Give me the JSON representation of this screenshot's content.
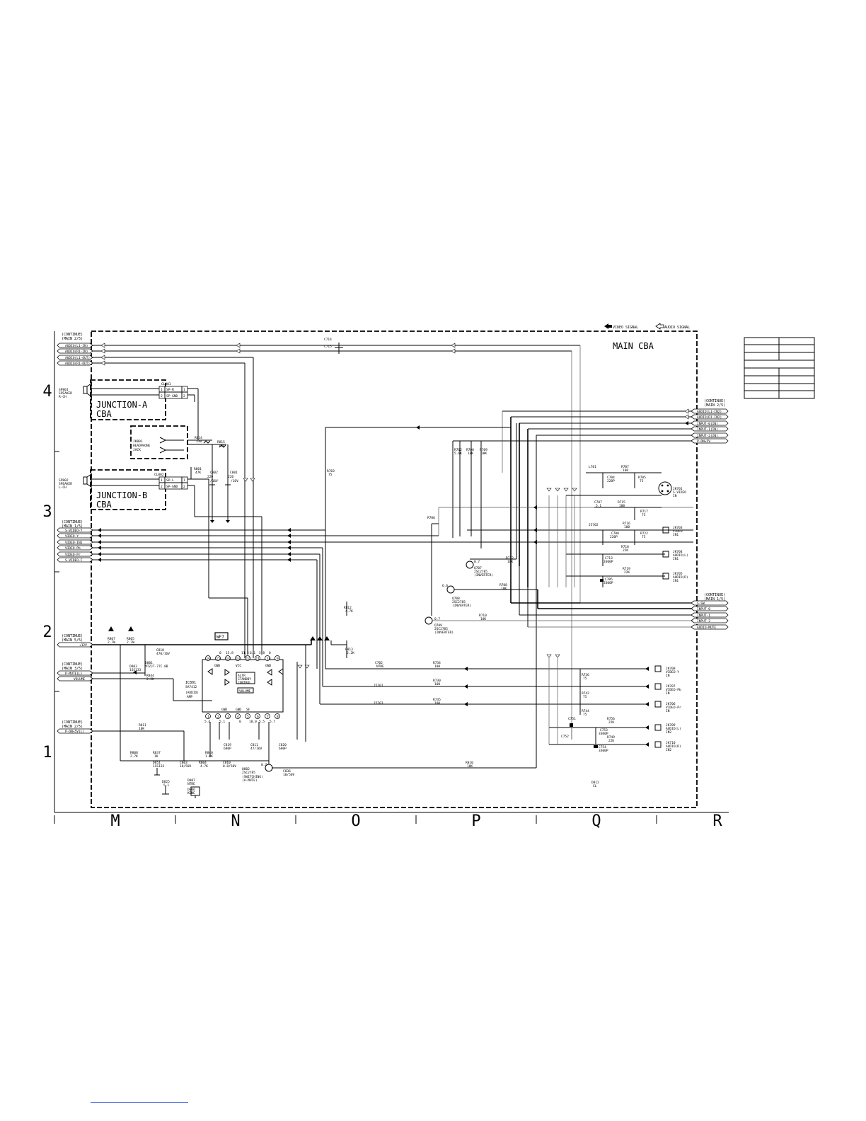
{
  "legend": {
    "video": "VIDEO SIGNAL",
    "audio": "AUDIO SIGNAL"
  },
  "board_title": "MAIN CBA",
  "left_connectors": {
    "top": {
      "ref": [
        "(CONTINUE)",
        "(MAIN 2/5)"
      ],
      "pins": [
        "AUDIO(L1-IN)",
        "AUDIO(R1-IN)",
        "AUDIO(L1-OUT)",
        "AUDIO(R1-OUT)"
      ]
    },
    "mid": {
      "ref": [
        "(CONTINUE)",
        "(MAIN 1/5)"
      ],
      "pins": [
        "S-VIDEO-Y",
        "VIDEO-Y",
        "VIDEO-IN1",
        "VIDEO-Pb",
        "VIDEO-Pr",
        "S-VIDEO-C"
      ]
    },
    "b1": {
      "ref": [
        "(CONTINUE)",
        "(MAIN 5/5)"
      ],
      "pins": [
        "+12V"
      ]
    },
    "b2": {
      "ref": [
        "(CONTINUE)",
        "(MAIN 3/5)"
      ],
      "pins": [
        "P-MUTE(L)",
        "VOLUME"
      ]
    },
    "b3": {
      "ref": [
        "(CONTINUE)",
        "(MAIN 2/5)"
      ],
      "pins": [
        "P-ON+5V(L)"
      ]
    }
  },
  "right_connectors": {
    "top": {
      "ref": [
        "(CONTINUE)",
        "(MAIN 2/5)"
      ],
      "pins": [
        "AUDIO(L1-IN2)",
        "AUDIO(R1-IN2)",
        "INPUT-0(IN)",
        "INPUT-1(IN)",
        "INPUT-2(IN)",
        "P-ON+5V"
      ]
    },
    "bottom": {
      "ref": [
        "(CONTINUE)",
        "(MAIN 1/5)"
      ],
      "pins": [
        "S-SW",
        "INPUT-0",
        "INPUT-1",
        "INPUT-2",
        "AUDIO-MUTE"
      ]
    }
  },
  "row_numbers": [
    "4",
    "3",
    "2",
    "1"
  ],
  "column_letters": [
    "M",
    "N",
    "O",
    "P",
    "Q",
    "R"
  ],
  "junction_a": {
    "name": [
      "JUNCTION-A",
      "CBA"
    ],
    "conn": "CL801",
    "pins": [
      "SP-R",
      "SP-GND"
    ],
    "speaker": [
      "SP801",
      "SPEAKER",
      "R-CH"
    ]
  },
  "junction_b": {
    "name": [
      "JUNCTION-B",
      "CBA"
    ],
    "conn": "CL802",
    "pins": [
      "SP-L",
      "SP-GND"
    ],
    "speaker": [
      "SP802",
      "SPEAKER",
      "L-CH"
    ]
  },
  "headphone": [
    "JK801",
    "HEADPHONE",
    "JACK"
  ],
  "ic": {
    "ref": "IC801",
    "part": "SA7412",
    "desc": [
      "(AUDIO)",
      "AMP"
    ],
    "badge": "WF7",
    "top_pins": [
      "16",
      "15",
      "14",
      "13",
      "12",
      "11",
      "10",
      "9"
    ],
    "bottom_pins": [
      "1",
      "2",
      "3",
      "4",
      "5",
      "6",
      "7",
      "8"
    ],
    "blocks": [
      "ALTR",
      "STANDBY",
      "CONTROL",
      "VOLUME",
      "VCC",
      "GND",
      "GND",
      "GND",
      "GND",
      "SF"
    ],
    "top_voltages": [
      "0",
      "15.8",
      "11.5",
      "6.1",
      "5.8",
      "0"
    ],
    "bottom_voltages": [
      "5.4",
      "5.1",
      "0",
      "10.0",
      "5.5",
      "5.7"
    ]
  },
  "transistors": [
    {
      "ref": "Q707",
      "part": "2SC2785",
      "func": "(INVERTER)",
      "v": "0.7"
    },
    {
      "ref": "Q708",
      "part": "2SC2785",
      "func": "(INVERTER)",
      "v": "6.6"
    },
    {
      "ref": "Q709",
      "part": "2SC2785",
      "func": "(INVERTER)",
      "v": "0.7"
    },
    {
      "ref": "Q802",
      "part": "2SC2785",
      "func": [
        "(SWITCHING)",
        "(A-MUTE)"
      ],
      "v": "0.7"
    }
  ],
  "jacks_upper": [
    {
      "ref": "JK701",
      "label": [
        "S-VIDEO",
        "IN"
      ]
    },
    {
      "ref": "JK703",
      "label": [
        "VIDEO",
        "IN1"
      ]
    },
    {
      "ref": "JK704",
      "label": [
        "AUDIO(L)",
        "IN1"
      ]
    },
    {
      "ref": "JK705",
      "label": [
        "AUDIO(R)",
        "IN1"
      ]
    }
  ],
  "jacks_lower": [
    {
      "ref": "JK708",
      "label": [
        "VIDEO-Y",
        "IN"
      ]
    },
    {
      "ref": "JK707",
      "label": [
        "VIDEO-Pb",
        "IN"
      ]
    },
    {
      "ref": "JK706",
      "label": [
        "VIDEO-Pr",
        "IN"
      ]
    },
    {
      "ref": "JK709",
      "label": [
        "AUDIO(L)",
        "IN2"
      ]
    },
    {
      "ref": "JK710",
      "label": [
        "AUDIO(R)",
        "IN2"
      ]
    }
  ],
  "labels": {
    "c714": "C714",
    "c715": "C715",
    "r814": "R814",
    "r814v": "330",
    "r815": "R815",
    "r815v": "330",
    "r801": "R801",
    "r801v": "47K",
    "c802": "C802",
    "c802v": "220",
    "c802v2": "/16V",
    "c801": "C801",
    "c801v": "220",
    "c801v2": "/16V",
    "r703": "R703",
    "r703v": "75",
    "r702": "R702",
    "r702v": "5.6K",
    "r700": "R700",
    "r700v": "10K",
    "r709": "R709",
    "r709v": "10K",
    "r706": "R706",
    "r712": "R712",
    "r712v": "10K",
    "r708": "R708",
    "r708v": "10K",
    "r710": "R710",
    "r710v": "10K",
    "r812": "R812",
    "r812v": "4.7K",
    "r813": "R813",
    "r813v": "2.2K",
    "r807": "R807",
    "r807v": "2.7W",
    "r805": "R805",
    "r805v": "2.7W",
    "c818": "C818",
    "c818v": "470/16V",
    "d801": "D801",
    "d801v": "MTZJT-77C.8B",
    "d803": "D803",
    "d803v": "1SS133",
    "r844": "R844",
    "r844v": "2.2K",
    "r811": "R811",
    "r811v": "10K",
    "r808": "R808",
    "r808v": "2.7K",
    "r837": "R837",
    "r837v": "1K",
    "r840": "R840",
    "r840v": "1.8K",
    "c819": "C819",
    "c819v": "680P",
    "c811": "C811",
    "c811v": "47/16V",
    "c820": "C820",
    "c820v": "680P",
    "c817": "C817",
    "c817v": "0.8/50V",
    "c803": "C803",
    "c803v": "10/50V",
    "r804": "R804",
    "r804v": "4.7K",
    "c810": "C810",
    "c810v": "0.8/50V",
    "c836": "C836",
    "c836v": "10/50V",
    "r810": "R810",
    "r810v": "10K",
    "d851": "D851",
    "d851v": "1SS133",
    "d825": "D825",
    "d825v": "5.1",
    "d807": "D807",
    "d807v": "NTRE",
    "d806": "D806",
    "d806v": "KDNE",
    "c702": "C702",
    "c702v": "NTRE",
    "j701": "J5701",
    "j703": "J5703",
    "r734": "R734",
    "r734v": "100",
    "r730": "R730",
    "r730v": "100",
    "r735": "R735",
    "r735v": "100",
    "l701": "L701",
    "c704": "C704",
    "c704v": "220P",
    "r707": "R707",
    "r707v": "100",
    "r705": "R705",
    "r705v": "75",
    "c707": "C707",
    "c707v": "5.1",
    "r715": "R715",
    "r715v": "100",
    "r717": "R717",
    "r717v": "75",
    "j5702": "J5702",
    "c708": "C708",
    "c708v": "220P",
    "r716": "R716",
    "r716v": "100",
    "r722": "R722",
    "r722v": "75",
    "r718": "R718",
    "r718v": "22K",
    "c713": "C713",
    "c713v": "3300P",
    "r719": "R719",
    "r719v": "22K",
    "c705": "C705",
    "c705v": "3300P",
    "r736": "R736",
    "r736v": "75",
    "r742": "R742",
    "r742v": "75",
    "r744": "R744",
    "r744v": "75",
    "c751": "C751",
    "r756": "R756",
    "r756v": "22K",
    "c753": "C753",
    "c753v": "3300P",
    "c752": "C752",
    "r749": "R749",
    "r749v": "22K",
    "c754": "C754",
    "c754v": "3300P",
    "d812": "D812",
    "d812v": "CL"
  }
}
